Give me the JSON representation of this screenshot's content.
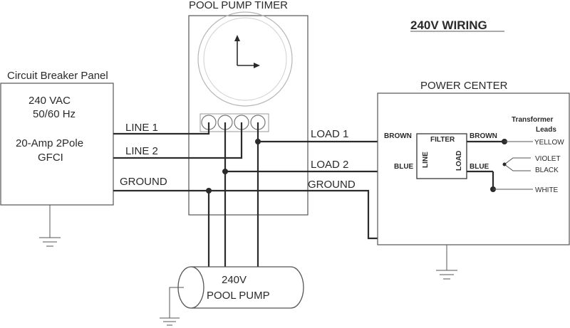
{
  "title": "240V WIRING",
  "timer": {
    "label": "POOL PUMP TIMER"
  },
  "breaker": {
    "title": "Circuit Breaker Panel",
    "voltage": "240 VAC",
    "frequency": "50/60 Hz",
    "rating": "20-Amp 2Pole",
    "gfci": "GFCI"
  },
  "wires": {
    "line1": "LINE 1",
    "line2": "LINE 2",
    "ground_left": "GROUND",
    "load1": "LOAD 1",
    "load2": "LOAD 2",
    "ground_right": "GROUND"
  },
  "power_center": {
    "title": "POWER CENTER",
    "brown_in": "BROWN",
    "blue_in": "BLUE",
    "filter": "FILTER",
    "line": "LINE",
    "load": "LOAD",
    "brown_out": "BROWN",
    "blue_out": "BLUE",
    "leads_title_1": "Transformer",
    "leads_title_2": "Leads",
    "yellow": "YELLOW",
    "violet": "VIOLET",
    "black": "BLACK",
    "white": "WHITE"
  },
  "pump": {
    "voltage": "240V",
    "label": "POOL PUMP"
  }
}
